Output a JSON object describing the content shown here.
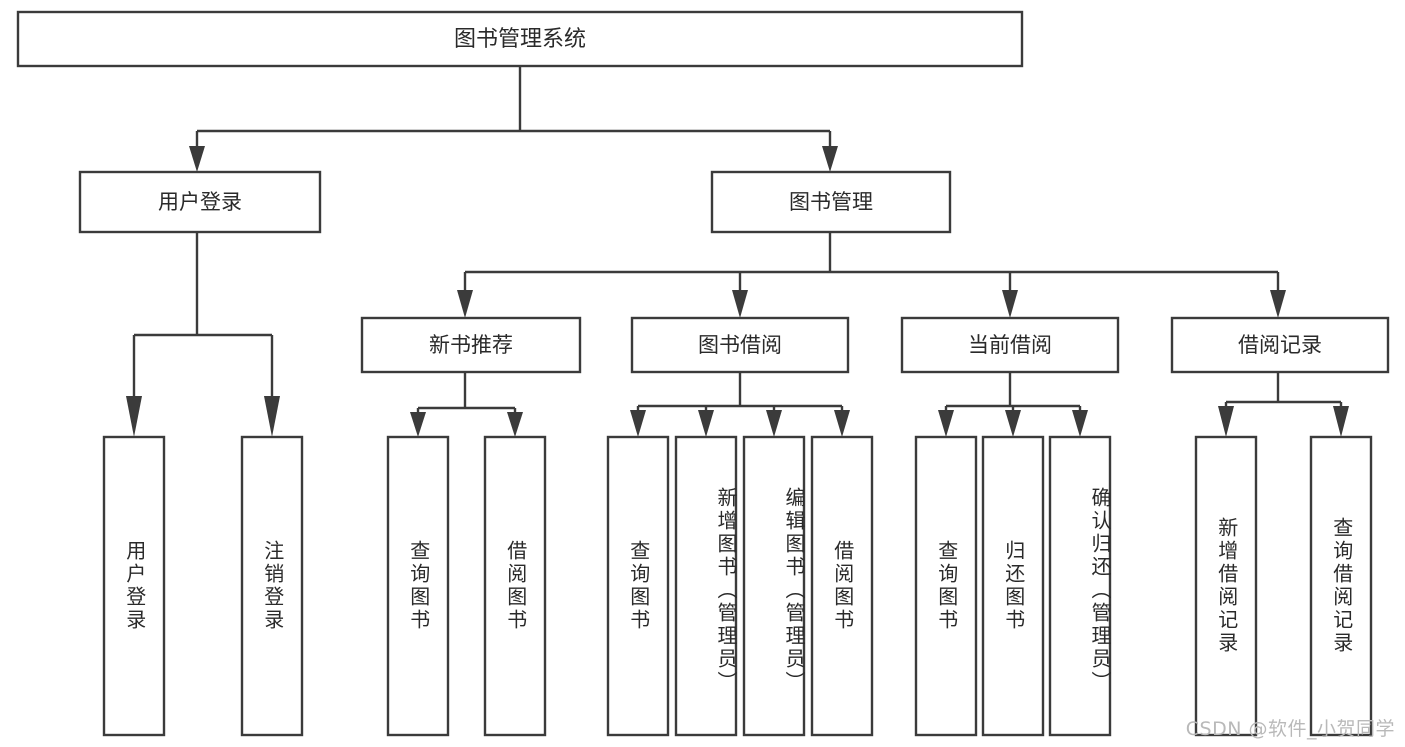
{
  "diagram": {
    "type": "tree-hierarchy",
    "title": "图书管理系统",
    "orientation": "top-down",
    "colors": {
      "box_stroke": "#3b3b3b",
      "box_fill": "#ffffff",
      "text": "#2a2a2a",
      "connector": "#3b3b3b",
      "watermark": "#b9b9b9",
      "background": "#ffffff"
    },
    "root": {
      "label": "图书管理系统"
    },
    "level2": [
      {
        "label": "用户登录"
      },
      {
        "label": "图书管理"
      }
    ],
    "level3": [
      {
        "label": "新书推荐"
      },
      {
        "label": "图书借阅"
      },
      {
        "label": "当前借阅"
      },
      {
        "label": "借阅记录"
      }
    ],
    "leaves": {
      "user_login": [
        {
          "label": "用户登录"
        },
        {
          "label": "注销登录"
        }
      ],
      "new_book_recommend": [
        {
          "label": "查询图书"
        },
        {
          "label": "借阅图书"
        }
      ],
      "book_borrow": [
        {
          "label": "查询图书"
        },
        {
          "label": "新增图书（管理员）"
        },
        {
          "label": "编辑图书（管理员）"
        },
        {
          "label": "借阅图书"
        }
      ],
      "current_borrow": [
        {
          "label": "查询图书"
        },
        {
          "label": "归还图书"
        },
        {
          "label": "确认归还（管理员）"
        }
      ],
      "borrow_record": [
        {
          "label": "新增借阅记录"
        },
        {
          "label": "查询借阅记录"
        }
      ]
    }
  },
  "watermark": {
    "text": "CSDN @软件_小贺同学"
  }
}
